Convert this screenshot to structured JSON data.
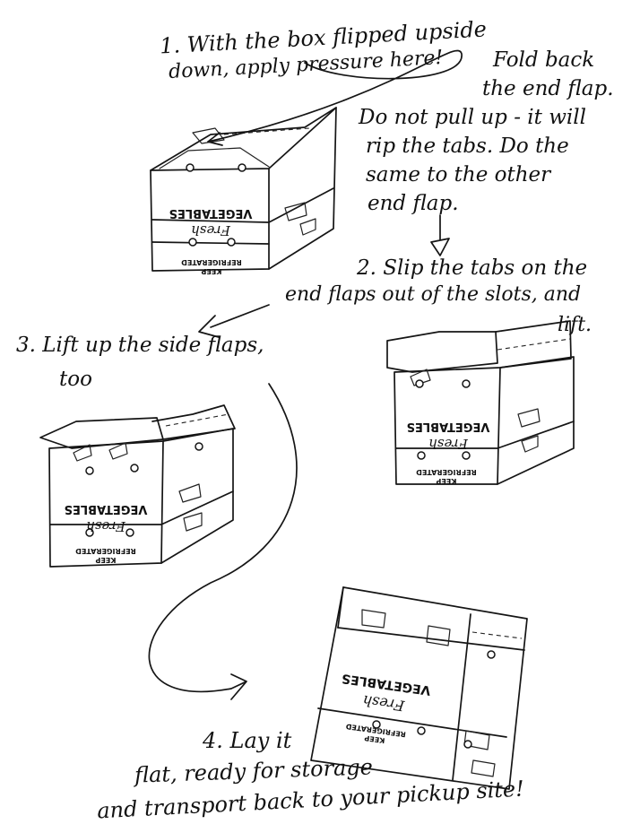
{
  "steps": {
    "step1": {
      "line1": "1. With the box flipped upside",
      "line2": "down, apply pressure here!"
    },
    "fold_note": {
      "line1": "Fold back",
      "line2": "the end flap.",
      "line3": "Do not pull up - it will",
      "line4": "rip the tabs. Do the",
      "line5": "same to the other",
      "line6": "end flap."
    },
    "step2": {
      "line1": "2. Slip the tabs on the",
      "line2": "end flaps out of the slots, and",
      "line3": "lift."
    },
    "step3": {
      "line1": "3. Lift up the side flaps,",
      "line2": "too"
    },
    "step4": {
      "line1": "4. Lay it",
      "line2": "flat, ready for storage",
      "line3": "and transport back to your pickup site!"
    }
  },
  "box_print": {
    "brand_line": "VEGETABLES",
    "script_word": "Fresh",
    "keep_line": "KEEP",
    "refrigerated_line": "REFRIGERATED"
  }
}
